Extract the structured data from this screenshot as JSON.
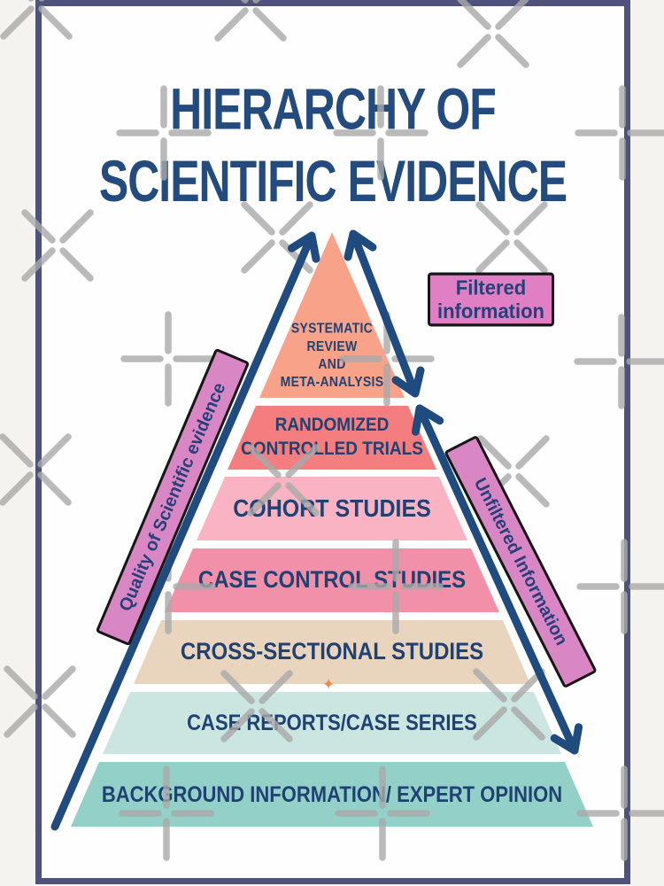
{
  "title": {
    "line1": "HIERARCHY OF",
    "line2": "SCIENTIFIC EVIDENCE"
  },
  "pyramid": {
    "levels": [
      {
        "rank": 1,
        "lines": [
          "SYSTEMATIC",
          "REVIEW",
          "AND",
          "META-ANALYSIS"
        ],
        "color": "#F9A28A"
      },
      {
        "rank": 2,
        "lines": [
          "RANDOMIZED",
          "CONTROLLED TRIALS"
        ],
        "color": "#F37D7F"
      },
      {
        "rank": 3,
        "lines": [
          "COHORT STUDIES"
        ],
        "color": "#F9B3C3"
      },
      {
        "rank": 4,
        "lines": [
          "CASE CONTROL STUDIES"
        ],
        "color": "#F28FA9"
      },
      {
        "rank": 5,
        "lines": [
          "CROSS-SECTIONAL STUDIES"
        ],
        "color": "#E9D4BE"
      },
      {
        "rank": 6,
        "lines": [
          "CASE REPORTS/CASE SERIES"
        ],
        "color": "#CBE5E1"
      },
      {
        "rank": 7,
        "lines": [
          "BACKGROUND INFORMATION/ EXPERT OPINION"
        ],
        "color": "#93D0C8"
      }
    ]
  },
  "annotations": {
    "filtered": "Filtered information",
    "unfiltered": "Unfiltered Information",
    "quality": "Quality of Scientific evidence"
  },
  "decor": {
    "sparkle_glyph": "✦"
  },
  "colors": {
    "ink_navy": "#234B7E",
    "arrow_navy": "#1F4B7E",
    "annotation_pink": "#D986C4",
    "frame_border": "#4F537B",
    "watermark_gray": "#A9A9A9",
    "sparkle_orange": "#ED8A4D",
    "page_background": "#F4F3EF"
  }
}
